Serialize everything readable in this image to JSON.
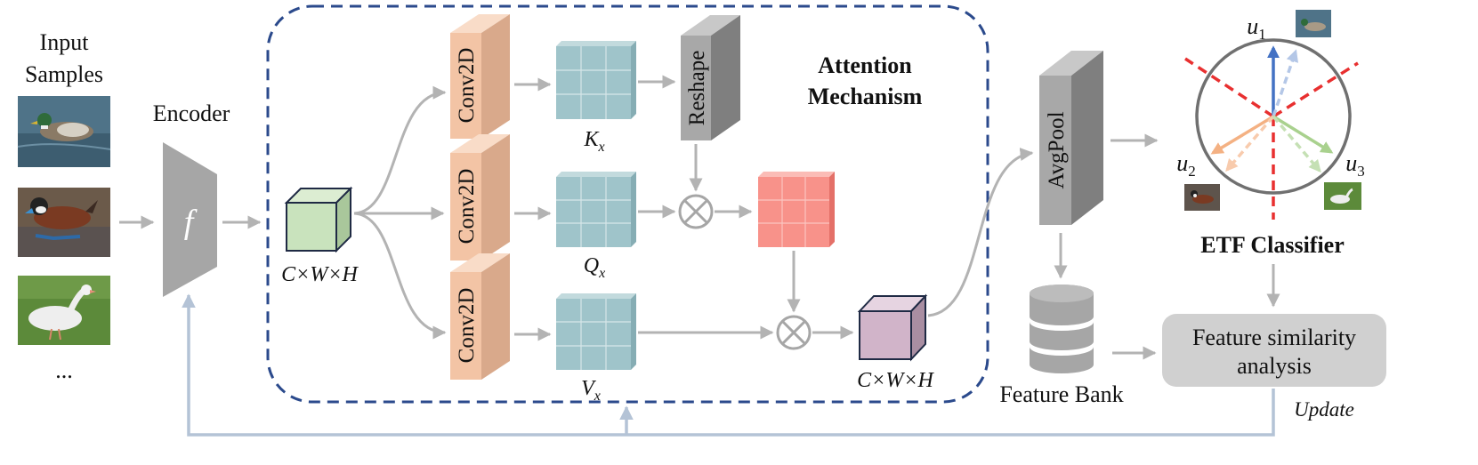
{
  "input": {
    "title_line1": "Input",
    "title_line2": "Samples",
    "ellipsis": "..."
  },
  "encoder": {
    "label": "Encoder",
    "symbol": "f"
  },
  "attention": {
    "title_line1": "Attention",
    "title_line2": "Mechanism",
    "conv_label": "Conv2D",
    "reshape_label": "Reshape",
    "input_dims": "C×W×H",
    "output_dims": "C×W×H",
    "k_label": "K",
    "q_label": "Q",
    "v_label": "V",
    "subscript": "x"
  },
  "pooling": {
    "label": "AvgPool"
  },
  "feature_bank": {
    "label": "Feature Bank"
  },
  "etf": {
    "title": "ETF Classifier",
    "u1": "u",
    "u2": "u",
    "u3": "u",
    "sub1": "1",
    "sub2": "2",
    "sub3": "3"
  },
  "similarity": {
    "line1": "Feature similarity",
    "line2": "analysis"
  },
  "update_label": "Update",
  "colors": {
    "conv": "#f3c4a5",
    "tensor_teal": "#9fc4ca",
    "tensor_red": "#f8928a",
    "input_cube": "#c9e3bd",
    "output_cube": "#d1b4c9",
    "gray_block": "#a8a8a8",
    "dashed_border": "#2b4a8c",
    "u1_arrow": "#4472c4",
    "u2_arrow": "#f4b183",
    "u3_arrow": "#a9d18e",
    "etf_dash": "#e83030"
  }
}
